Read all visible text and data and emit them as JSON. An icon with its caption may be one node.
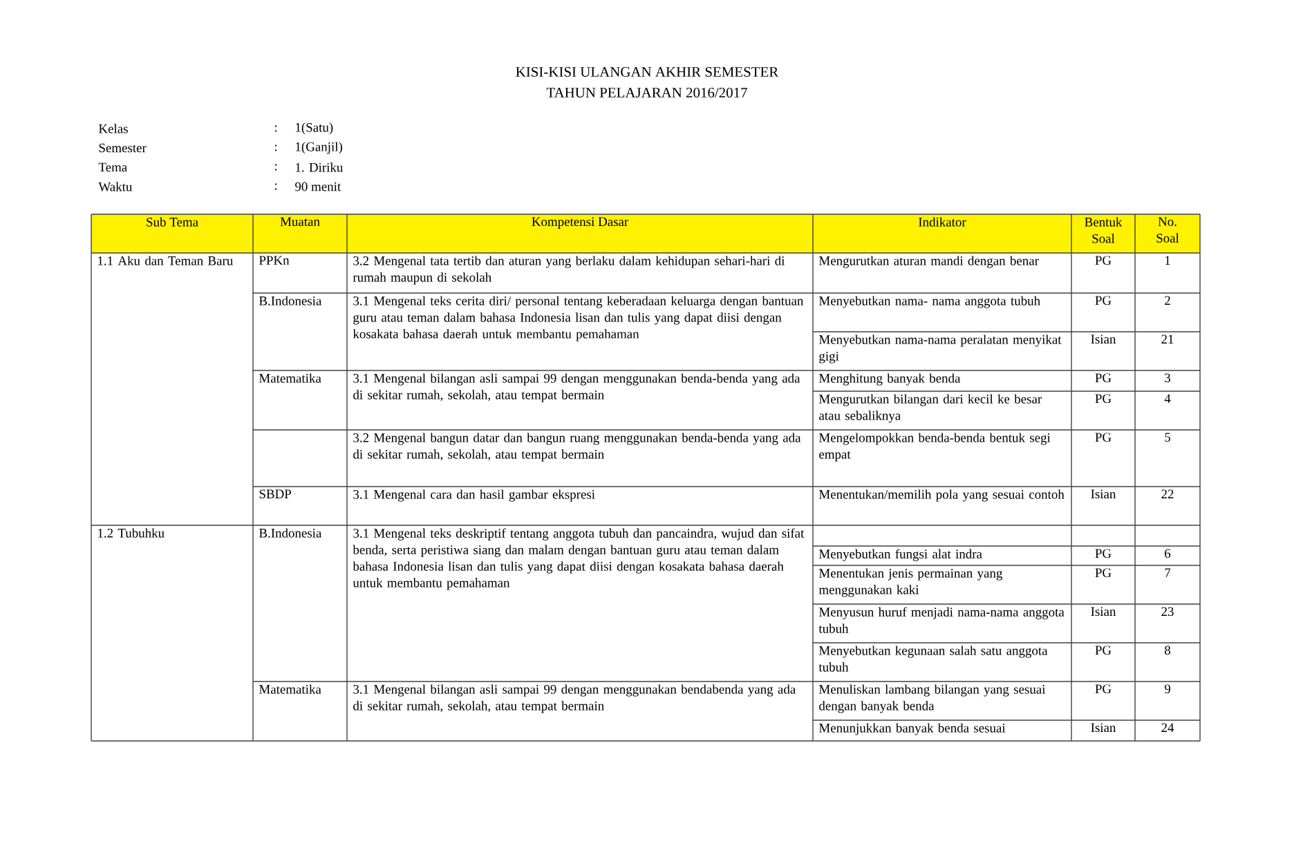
{
  "diagram": {
    "title": "KISI-KISI ULANGAN AKHIR SEMESTER",
    "labels": [
      "TAHUN PELAJARAN 2016/2017",
      "Kelas",
      ":",
      "1(Satu)",
      "Semester",
      ":",
      "1(Ganjil)",
      "Tema",
      ":",
      "1. Diriku",
      "Waktu",
      ":",
      "90 menit",
      "Sub Tema",
      "Muatan",
      "Kompetensi Dasar",
      "Indikator",
      "Bentuk Soal",
      "No. Soal",
      "1.1 Aku dan Teman Baru",
      "PPKn",
      "3.2 Mengenal tata tertib dan aturan yang berlaku dalam kehidupan sehari-hari di rumah maupun di sekolah",
      "Mengurutkan  aturan mandi dengan benar",
      "PG",
      "1",
      "B.Indonesia",
      "3.1  Mengenal teks cerita diri/ personal tentang keberadaan keluarga dengan bantuan guru atau teman dalam bahasa Indonesia lisan dan tulis yang dapat diisi dengan kosakata bahasa daerah untuk membantu pemahaman",
      "Menyebutkan nama- nama anggota tubuh",
      "PG",
      "2",
      "Menyebutkan nama-nama peralatan menyikat gigi",
      "Isian",
      "21",
      "Matematika",
      "3.1 Mengenal bilangan asli sampai 99 dengan menggunakan benda-benda yang ada di sekitar rumah, sekolah, atau tempat bermain",
      "Menghitung banyak benda",
      "PG",
      "3",
      "Mengurutkan bilangan dari kecil ke besar atau sebaliknya",
      "PG",
      "4",
      "3.2 Mengenal bangun datar dan bangun ruang menggunakan benda-benda yang ada di sekitar rumah, sekolah, atau tempat bermain",
      "Mengelompokkan benda-benda bentuk segi empat",
      "PG",
      "5",
      "SBDP",
      "3.1  Mengenal cara dan hasil gambar ekspresi",
      "Menentukan/memilih  pola yang sesuai contoh",
      "Isian",
      "22",
      "1.2 Tubuhku",
      "B.Indonesia",
      "3.1 Mengenal teks deskriptif tentang anggota tubuh dan pancaindra, wujud dan sifat benda, serta peristiwa siang dan malam dengan bantuan guru atau teman dalam bahasa Indonesia lisan dan tulis yang dapat diisi dengan kosakata bahasa daerah untuk membantu pemahaman",
      "Menyebutkan  fungsi alat indra",
      "PG",
      "6",
      "Menentukan jenis permainan yang menggunakan kaki",
      "PG",
      "7",
      "Menyusun huruf menjadi nama-nama anggota tubuh",
      "Isian",
      "23",
      "Menyebutkan kegunaan salah satu anggota tubuh",
      "PG",
      "8",
      "Matematika",
      "3.1 Mengenal bilangan asli sampai 99 dengan menggunakan bendabenda yang ada di sekitar rumah, sekolah, atau tempat bermain",
      "Menuliskan lambang bilangan yang sesuai dengan banyak benda",
      "PG",
      "9",
      "Menunjukkan banyak benda sesuai",
      "Isian",
      "24"
    ]
  }
}
